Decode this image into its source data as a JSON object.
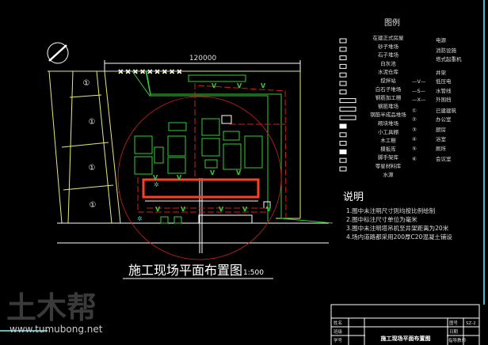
{
  "drawing": {
    "title": "施工现场平面布置图",
    "scale": "1:500",
    "dimension": "120000",
    "building_numbers": [
      "①",
      "①",
      "①",
      "①"
    ]
  },
  "legend": {
    "title": "图例",
    "left_items": [
      "在建正式房屋",
      "砂子堆场",
      "石子堆场",
      "白灰池",
      "水泥仓库",
      "搅拌站",
      "白石子堆场",
      "钢筋加工棚",
      "钢筋堆场",
      "钢筋半成品堆场",
      "砌块堆场",
      "小工具棚",
      "木工棚",
      "模板库",
      "脚手架库",
      "零星材料库",
      "水源"
    ],
    "right_items": [
      "电源",
      "消防设施",
      "塔式起重机",
      "井架",
      "低压电",
      "水管线",
      "外围挡",
      "已建建筑",
      "办公室",
      "厨房",
      "浴室",
      "厕所",
      "会议室"
    ],
    "right_symbols": [
      "",
      "",
      "",
      "",
      "—V—",
      "—S—",
      "—X—",
      "①",
      "②",
      "③",
      "④",
      "⑤",
      "⑥"
    ]
  },
  "notes": {
    "title": "说明",
    "items": [
      "1.图中未注明尺寸则均按比例绘制",
      "2.图中标注尺寸单位为毫米",
      "3.图中未注明塔吊机至井架距离为20米",
      "4.场内道路都采用200厚C20混凝土铺设"
    ]
  },
  "title_block": {
    "row_labels": [
      "姓名",
      "班级",
      "学号"
    ],
    "drawing_name": "施工现场平面布置图",
    "right_labels": [
      "图号",
      "日期",
      "指导教师"
    ],
    "drawing_no": "SZ-2"
  },
  "watermark": {
    "logo": "土木帮",
    "url": "www.tumubong.net"
  },
  "colors": {
    "green": "#33cc33",
    "yellow": "#e8e87a",
    "red": "#cc2020",
    "orange": "#ff4020",
    "cyan": "#40c0c0"
  }
}
